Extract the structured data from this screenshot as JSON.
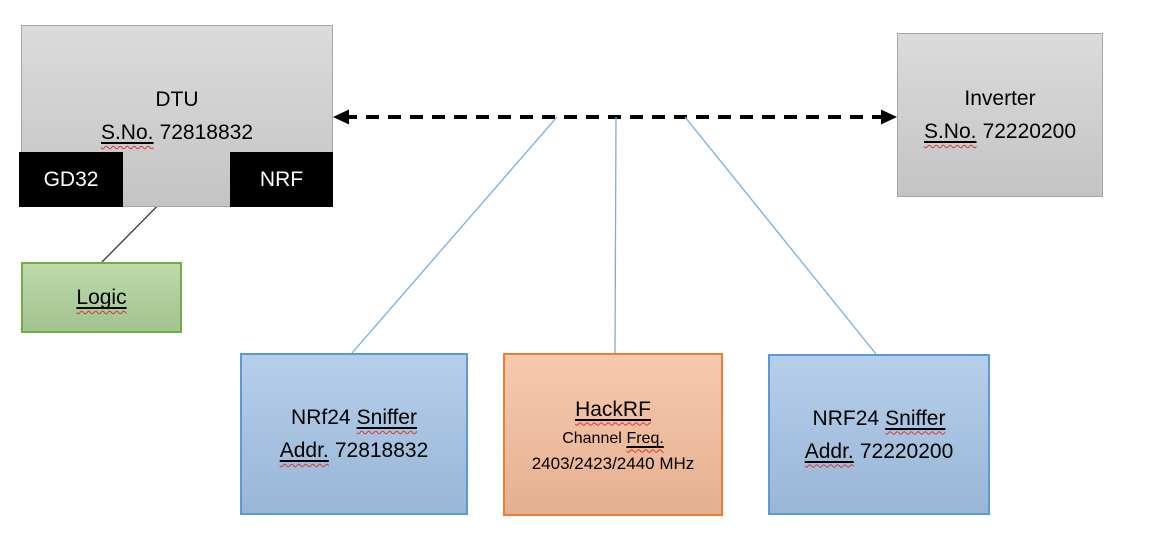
{
  "dtu": {
    "title": "DTU",
    "serial_label": "S.No.",
    "serial_value": "72818832",
    "gd32_label": "GD32",
    "nrf_label": "NRF"
  },
  "logic": {
    "label": "Logic"
  },
  "inverter": {
    "title": "Inverter",
    "serial_label": "S.No.",
    "serial_value": "72220200"
  },
  "sniffer1": {
    "name_prefix": "NRf24",
    "name_word": "Sniffer",
    "addr_label": "Addr.",
    "addr_value": "72818832"
  },
  "hackrf": {
    "title": "HackRF",
    "channel_label": "Channel",
    "freq_label": "Freq.",
    "frequencies": "2403/2423/2440 MHz"
  },
  "sniffer2": {
    "name_prefix": "NRF24",
    "name_word": "Sniffer",
    "addr_label": "Addr.",
    "addr_value": "72220200"
  },
  "colors": {
    "gray_fill": "#d3d3d3",
    "gray_border": "#a6a6a6",
    "green_fill": "#aed29a",
    "green_border": "#70ad47",
    "blue_fill": "#a5c4e6",
    "blue_border": "#5b9bd5",
    "orange_fill": "#f6bd9b",
    "orange_border": "#ed7d31",
    "connector_blue": "#7aaede",
    "squiggle_red": "#dd352e",
    "chip_black": "#000000",
    "chip_text": "#ffffff"
  }
}
